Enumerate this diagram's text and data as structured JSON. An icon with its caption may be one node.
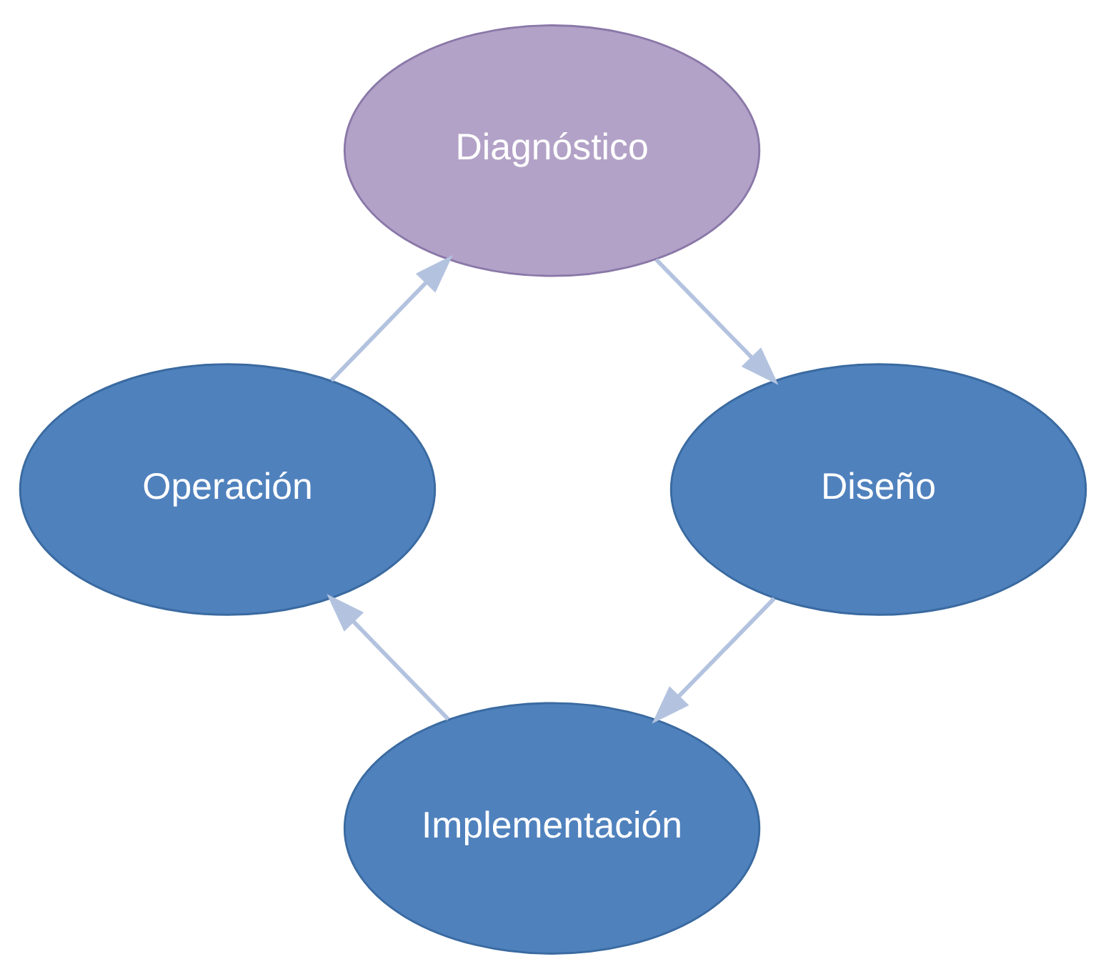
{
  "diagram": {
    "nodes": [
      {
        "text": [
          "Diagnóstico"
        ]
      },
      {
        "text": [
          "Diseño"
        ]
      },
      {
        "text": [
          "Implementación"
        ]
      },
      {
        "text": [
          "Operación"
        ]
      }
    ],
    "edges": [
      {
        "from": 0,
        "to": 1,
        "arrow": "to"
      },
      {
        "from": 1,
        "to": 2,
        "arrow": "to"
      },
      {
        "from": 2,
        "to": 3,
        "arrow": "to"
      },
      {
        "from": 3,
        "to": 0,
        "arrow": "to"
      }
    ]
  }
}
